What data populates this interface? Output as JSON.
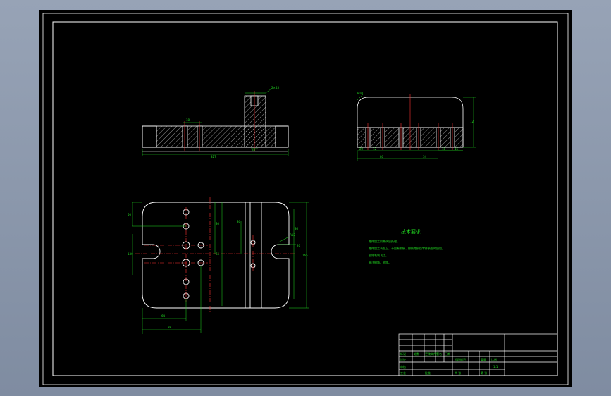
{
  "drawing": {
    "title": "技术要求",
    "notes": [
      "零件加工前需调质处理。",
      "零件加工表面上，不应有划痕、擦伤等损伤零件表面的缺陷。",
      "去除毛刺飞边。",
      "未注倒角、倒角。"
    ],
    "dimensions": {
      "front_width": "327",
      "front_slot": "18",
      "front_top": "2×45",
      "front_notch": "10",
      "side_chamfer": "R10",
      "side_height": "72",
      "side_a": "20",
      "side_b": "12",
      "side_c": "80",
      "side_d": "54",
      "side_e": "18",
      "side_f": "16",
      "plan_left_h": "50",
      "plan_right_h": "86",
      "plan_mid_v": "80",
      "plan_slot_h": "130",
      "plan_half": "65",
      "plan_bottom_a": "64",
      "plan_bottom_b": "88",
      "plan_r": "R12",
      "plan_w": "20",
      "plan_total_v": "165",
      "plan_v2": "80"
    },
    "title_block": {
      "labels": [
        "标记",
        "处数",
        "更改文件号",
        "签名",
        "日期",
        "设计",
        "审核",
        "工艺",
        "批准",
        "阶段标记",
        "重量",
        "比例",
        "共 张",
        "第 张"
      ],
      "scale": "1:1"
    }
  },
  "colors": {
    "background": "#000000",
    "outline": "#ffffff",
    "hatch": "#d0d0d0",
    "center": "#ff3333",
    "dimension": "#22dd22",
    "frame": "#ffffff"
  }
}
